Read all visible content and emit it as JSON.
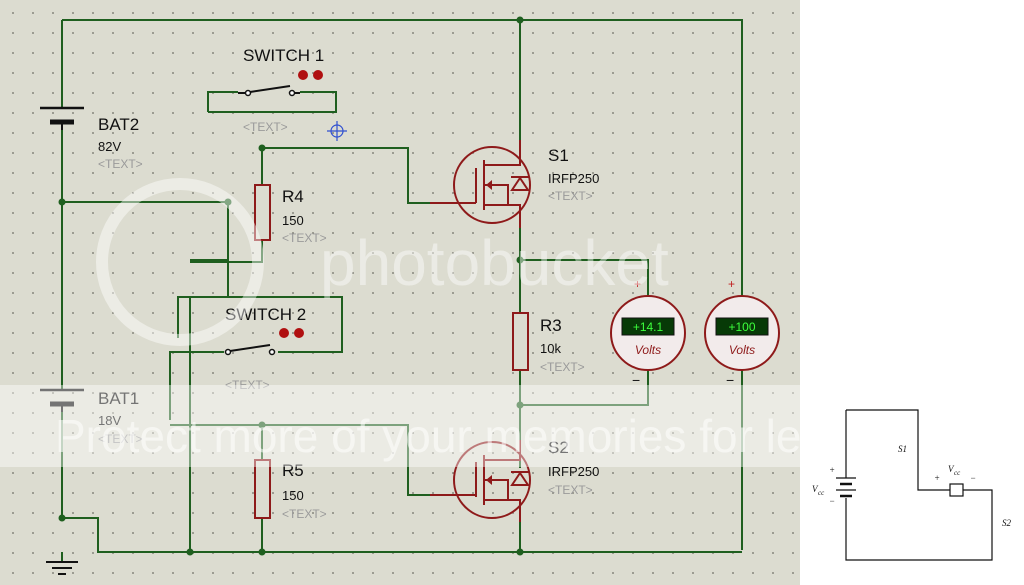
{
  "schematic": {
    "bat2": {
      "label": "BAT2",
      "value": "82V",
      "text": "<TEXT>"
    },
    "bat1": {
      "label": "BAT1",
      "value": "18V",
      "text": "<TEXT>"
    },
    "switch1": {
      "label": "SWITCH 1",
      "text": "<TEXT>"
    },
    "switch2": {
      "label": "SWITCH 2",
      "text": "<TEXT>"
    },
    "r4": {
      "label": "R4",
      "value": "150",
      "text": "<TEXT>"
    },
    "r3": {
      "label": "R3",
      "value": "10k",
      "text": "<TEXT>"
    },
    "r5": {
      "label": "R5",
      "value": "150",
      "text": "<TEXT>"
    },
    "s1": {
      "label": "S1",
      "part": "IRFP250",
      "text": "<TEXT>"
    },
    "s2": {
      "label": "S2",
      "part": "IRFP250",
      "text": "<TEXT>"
    },
    "meter_left": {
      "reading": "+14.1",
      "unit": "Volts",
      "plus": "+",
      "minus": "−"
    },
    "meter_right": {
      "reading": "+100",
      "unit": "Volts",
      "plus": "+",
      "minus": "−"
    },
    "colors": {
      "wire": "#1f5f1f",
      "device": "#8e1a1a",
      "sheet": "#dcdcd0",
      "lcd": "#073a07",
      "lcd_text": "#3cff3c"
    }
  },
  "watermark": {
    "brand": "photobucket",
    "line": "Protect more of your memories for less"
  },
  "reference": {
    "s1": "S1",
    "s2": "S2",
    "vcc_left": "V",
    "vcc_left_sub": "cc",
    "vcc_box": "V",
    "vcc_box_sub": "cc",
    "plus": "+",
    "minus": "−"
  }
}
